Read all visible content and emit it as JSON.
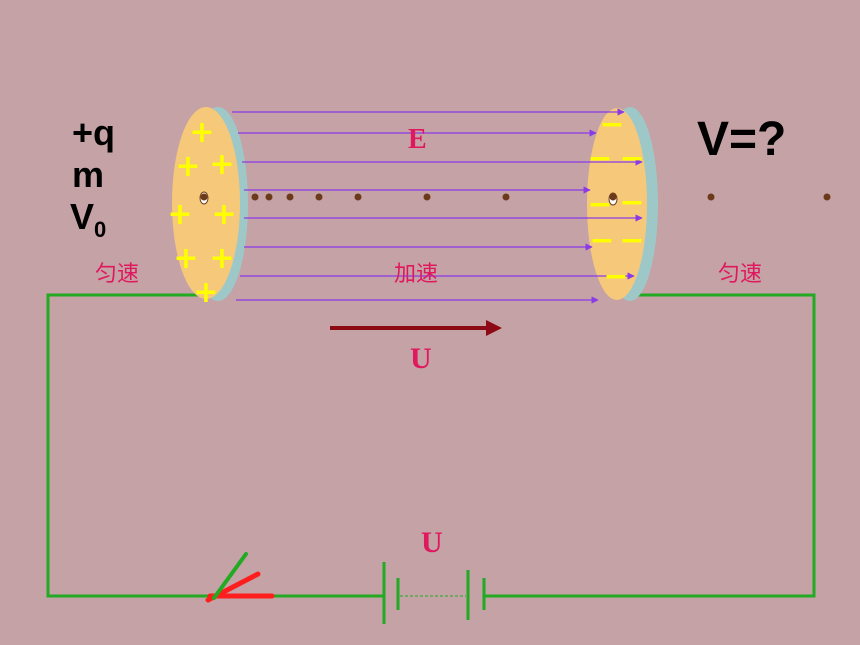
{
  "labels": {
    "charge": "+q",
    "mass": "m",
    "v0_base": "V",
    "v0_sub": "0",
    "exit_velocity": "V=?",
    "field": "E",
    "voltage_plates": "U",
    "voltage_battery": "U",
    "uniform_before": "匀速",
    "accelerate": "加速",
    "uniform_after": "匀速"
  },
  "symbols": {
    "positive": "+",
    "negative": "−"
  },
  "colors": {
    "background": "#c4a2a5",
    "plate_face": "#f6c87a",
    "plate_rim": "#9ec8c8",
    "field_line": "#8a3be6",
    "wire": "#22aa22",
    "label_red": "#e0195f",
    "arrow_dark": "#8b0a14",
    "particle": "#6b3a1a",
    "plus_sign": "#ffff00",
    "minus_sign": "#ffff00",
    "switch_red": "#ff1e1e",
    "switch_green": "#22aa22"
  }
}
